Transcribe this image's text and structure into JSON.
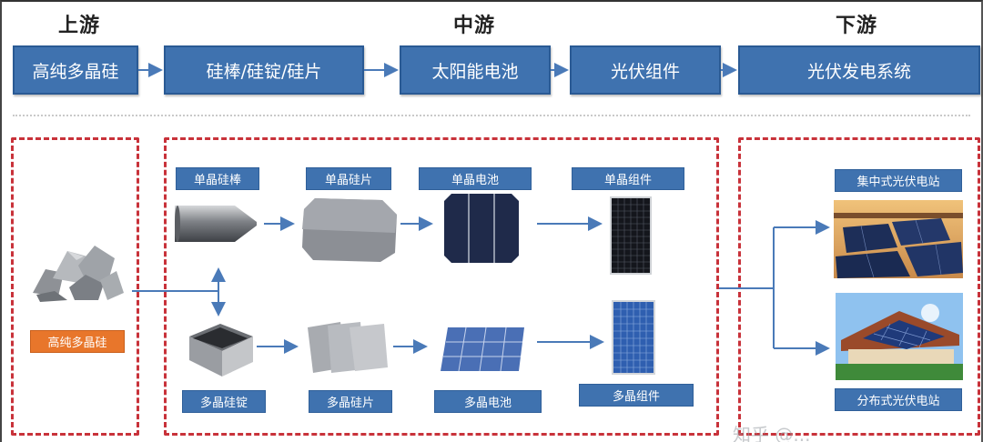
{
  "stages": {
    "upstream": "上游",
    "midstream": "中游",
    "downstream": "下游"
  },
  "flow": [
    "高纯多晶硅",
    "硅棒/硅锭/硅片",
    "太阳能电池",
    "光伏组件",
    "光伏发电系统"
  ],
  "upstream_label": "高纯多晶硅",
  "mono": {
    "rod": "单晶硅棒",
    "wafer": "单晶硅片",
    "cell": "单晶电池",
    "module": "单晶组件"
  },
  "poly": {
    "ingot": "多晶硅锭",
    "wafer": "多晶硅片",
    "cell": "多晶电池",
    "module": "多晶组件"
  },
  "downstream_labels": {
    "centralized": "集中式光伏电站",
    "distributed": "分布式光伏电站"
  },
  "watermark": "知乎 @...",
  "colors": {
    "box_blue": "#3f72af",
    "arrow_blue": "#4a7ab8",
    "dash_red": "#c8323a",
    "orange": "#e8762b"
  }
}
